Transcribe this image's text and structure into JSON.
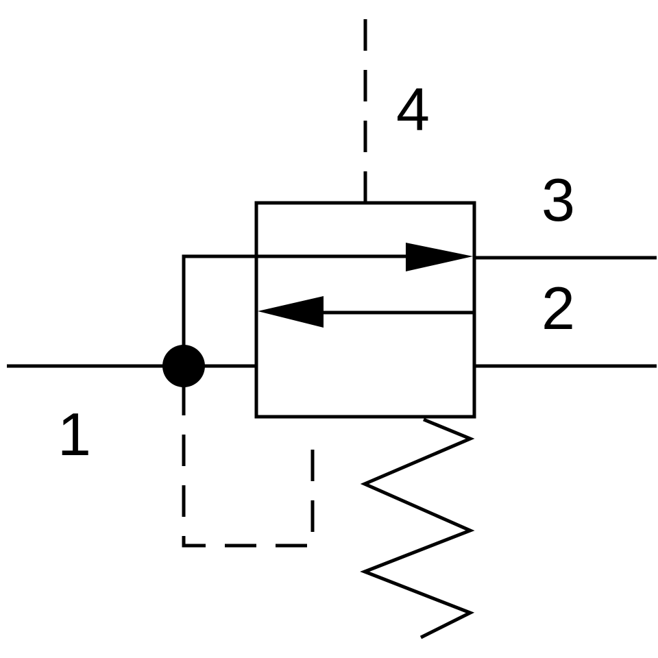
{
  "diagram": {
    "ports": {
      "p1": "1",
      "p2": "2",
      "p3": "3",
      "p4": "4"
    },
    "colors": {
      "stroke": "#000000",
      "background": "#ffffff"
    }
  }
}
